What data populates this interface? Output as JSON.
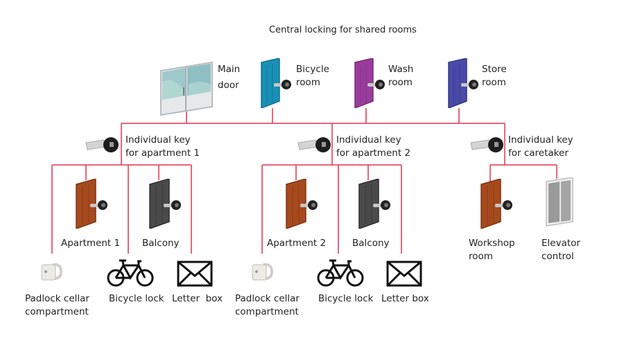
{
  "title": "Central locking for shared rooms",
  "colors": {
    "connector": "#e0334a",
    "bicycle_room_door": "#1a8fb5",
    "wash_room_door": "#9a3c9c",
    "store_room_door": "#4a4aa8",
    "apartment_door": "#a64a1e",
    "balcony_door": "#4a4a4a",
    "elevator": "#9a9a9a"
  },
  "shared_rooms": [
    {
      "line1": "Main",
      "line2": "door",
      "icon": "glass-double-door-icon"
    },
    {
      "line1": "Bicycle",
      "line2": "room",
      "icon": "door-with-key-icon"
    },
    {
      "line1": "Wash",
      "line2": "room",
      "icon": "door-with-key-icon"
    },
    {
      "line1": "Store",
      "line2": "room",
      "icon": "door-with-key-icon"
    }
  ],
  "keys": [
    {
      "line1": "Individual key",
      "line2": "for apartment 1",
      "icon": "key-icon"
    },
    {
      "line1": "Individual key",
      "line2": "for apartment 2",
      "icon": "key-icon"
    },
    {
      "line1": "Individual key",
      "line2": "for caretaker",
      "icon": "key-icon"
    }
  ],
  "group1": {
    "doors": [
      {
        "label": "Apartment 1",
        "icon": "door-with-key-icon"
      },
      {
        "label": "Balcony",
        "icon": "door-with-key-icon"
      }
    ],
    "items": [
      {
        "line1": "Padlock cellar",
        "line2": "compartment",
        "icon": "padlock-icon"
      },
      {
        "line1": "Bicycle lock",
        "line2": "",
        "icon": "bicycle-icon"
      },
      {
        "line1": "Letter  box",
        "line2": "",
        "icon": "envelope-icon"
      }
    ]
  },
  "group2": {
    "doors": [
      {
        "label": "Apartment 2",
        "icon": "door-with-key-icon"
      },
      {
        "label": "Balcony",
        "icon": "door-with-key-icon"
      }
    ],
    "items": [
      {
        "line1": "Padlock cellar",
        "line2": "compartment",
        "icon": "padlock-icon"
      },
      {
        "line1": "Bicycle lock",
        "line2": "",
        "icon": "bicycle-icon"
      },
      {
        "line1": "Letter box",
        "line2": "",
        "icon": "envelope-icon"
      }
    ]
  },
  "caretaker": {
    "items": [
      {
        "line1": "Workshop",
        "line2": "room",
        "icon": "door-with-key-icon"
      },
      {
        "line1": "Elevator",
        "line2": "control",
        "icon": "elevator-icon"
      }
    ]
  }
}
